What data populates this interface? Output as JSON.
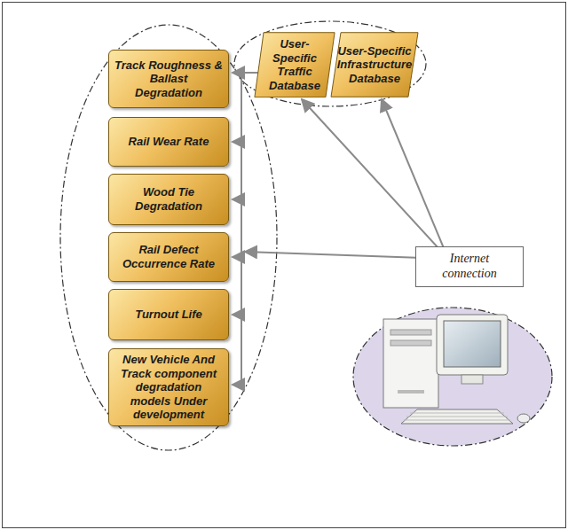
{
  "diagram": {
    "nodes": [
      {
        "text": [
          "Track Roughness & Ballast Degradation"
        ]
      },
      {
        "text": [
          "Rail Wear Rate"
        ]
      },
      {
        "text": [
          "Wood Tie Degradation"
        ]
      },
      {
        "text": [
          "Rail Defect Occurrence Rate"
        ]
      },
      {
        "text": [
          "Turnout Life"
        ]
      },
      {
        "text": [
          "New Vehicle And Track component degradation models Under development"
        ]
      },
      {
        "text": [
          "User-Specific Traffic Database"
        ]
      },
      {
        "text": [
          "User-Specific Infrastructure Database"
        ]
      },
      {
        "text": [
          "Internet connection"
        ]
      }
    ]
  }
}
